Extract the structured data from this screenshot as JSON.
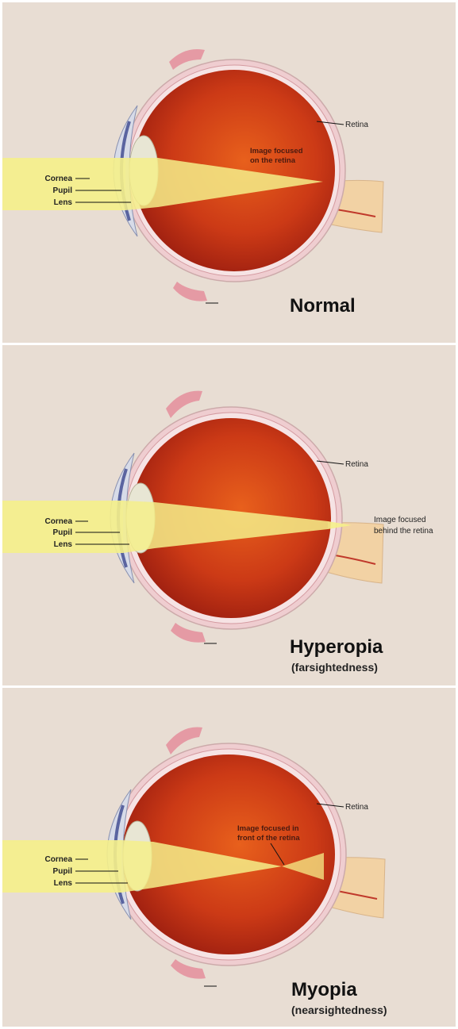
{
  "panels": [
    {
      "cornea_label": "Cornea",
      "pupil_label": "Pupil",
      "lens_label": "Lens",
      "retina_label": "Retina",
      "focus_note_line1": "Image focused",
      "focus_note_line2": "on the retina",
      "caption": "Normal",
      "subcaption": ""
    },
    {
      "cornea_label": "Cornea",
      "pupil_label": "Pupil",
      "lens_label": "Lens",
      "retina_label": "Retina",
      "focus_note_line1": "Image focused",
      "focus_note_line2": "behind the retina",
      "caption": "Hyperopia",
      "subcaption": "(farsightedness)"
    },
    {
      "cornea_label": "Cornea",
      "pupil_label": "Pupil",
      "lens_label": "Lens",
      "retina_label": "Retina",
      "focus_note_line1": "Image focused in",
      "focus_note_line2": "front of the retina",
      "caption": "Myopia",
      "subcaption": "(nearsightedness)"
    }
  ],
  "colors": {
    "background": "#e8ddd3",
    "eyeball": "#c8301a",
    "light_beam": "#f5ef8a",
    "sclera": "#efcdd0"
  }
}
